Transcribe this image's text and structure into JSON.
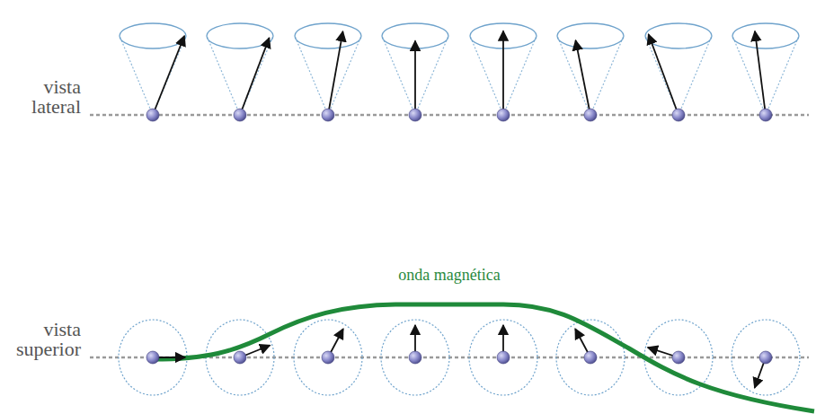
{
  "diagram": {
    "labels": [
      "vista lateral",
      "vista superior",
      "onda magnética"
    ]
  }
}
